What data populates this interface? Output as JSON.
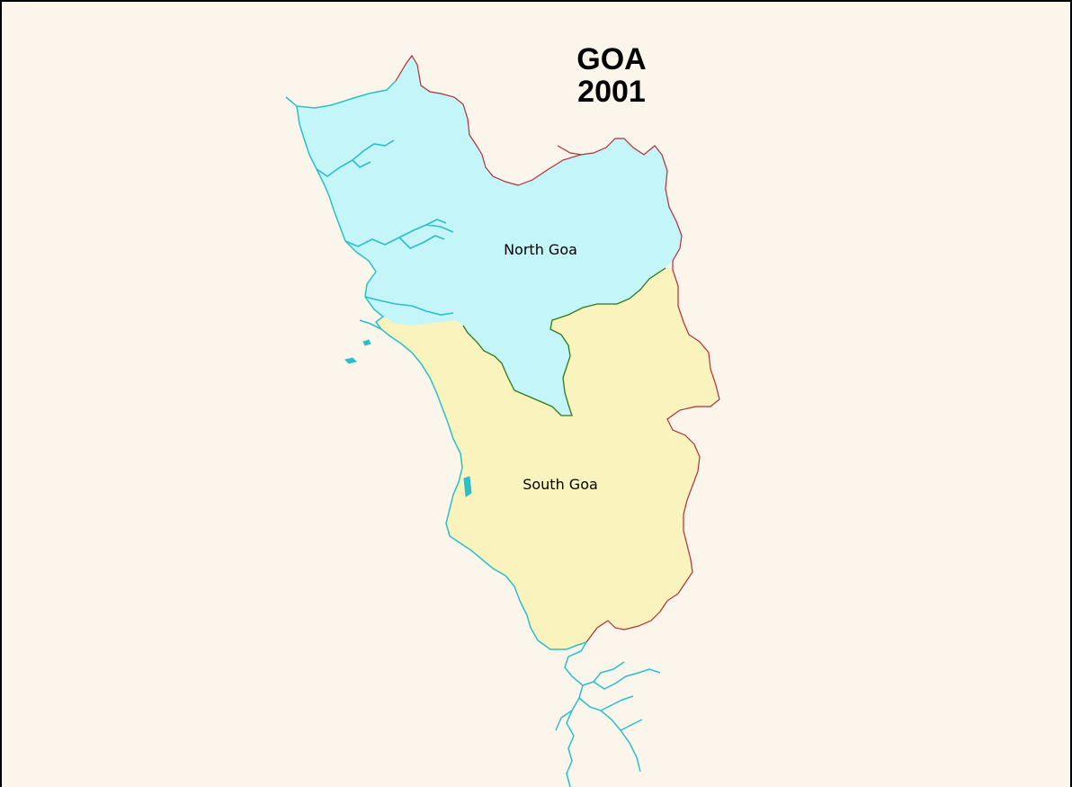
{
  "map": {
    "title_line1": "GOA",
    "title_line2": "2001",
    "districts": [
      {
        "name": "North Goa",
        "fill": "#c3f5f9"
      },
      {
        "name": "South Goa",
        "fill": "#faf3bd"
      }
    ],
    "colors": {
      "background": "#fbf5ec",
      "frame_border": "#000000",
      "coastline": "#2bbfc8",
      "state_border": "#b0303a",
      "district_border": "#2a7a1a"
    }
  }
}
